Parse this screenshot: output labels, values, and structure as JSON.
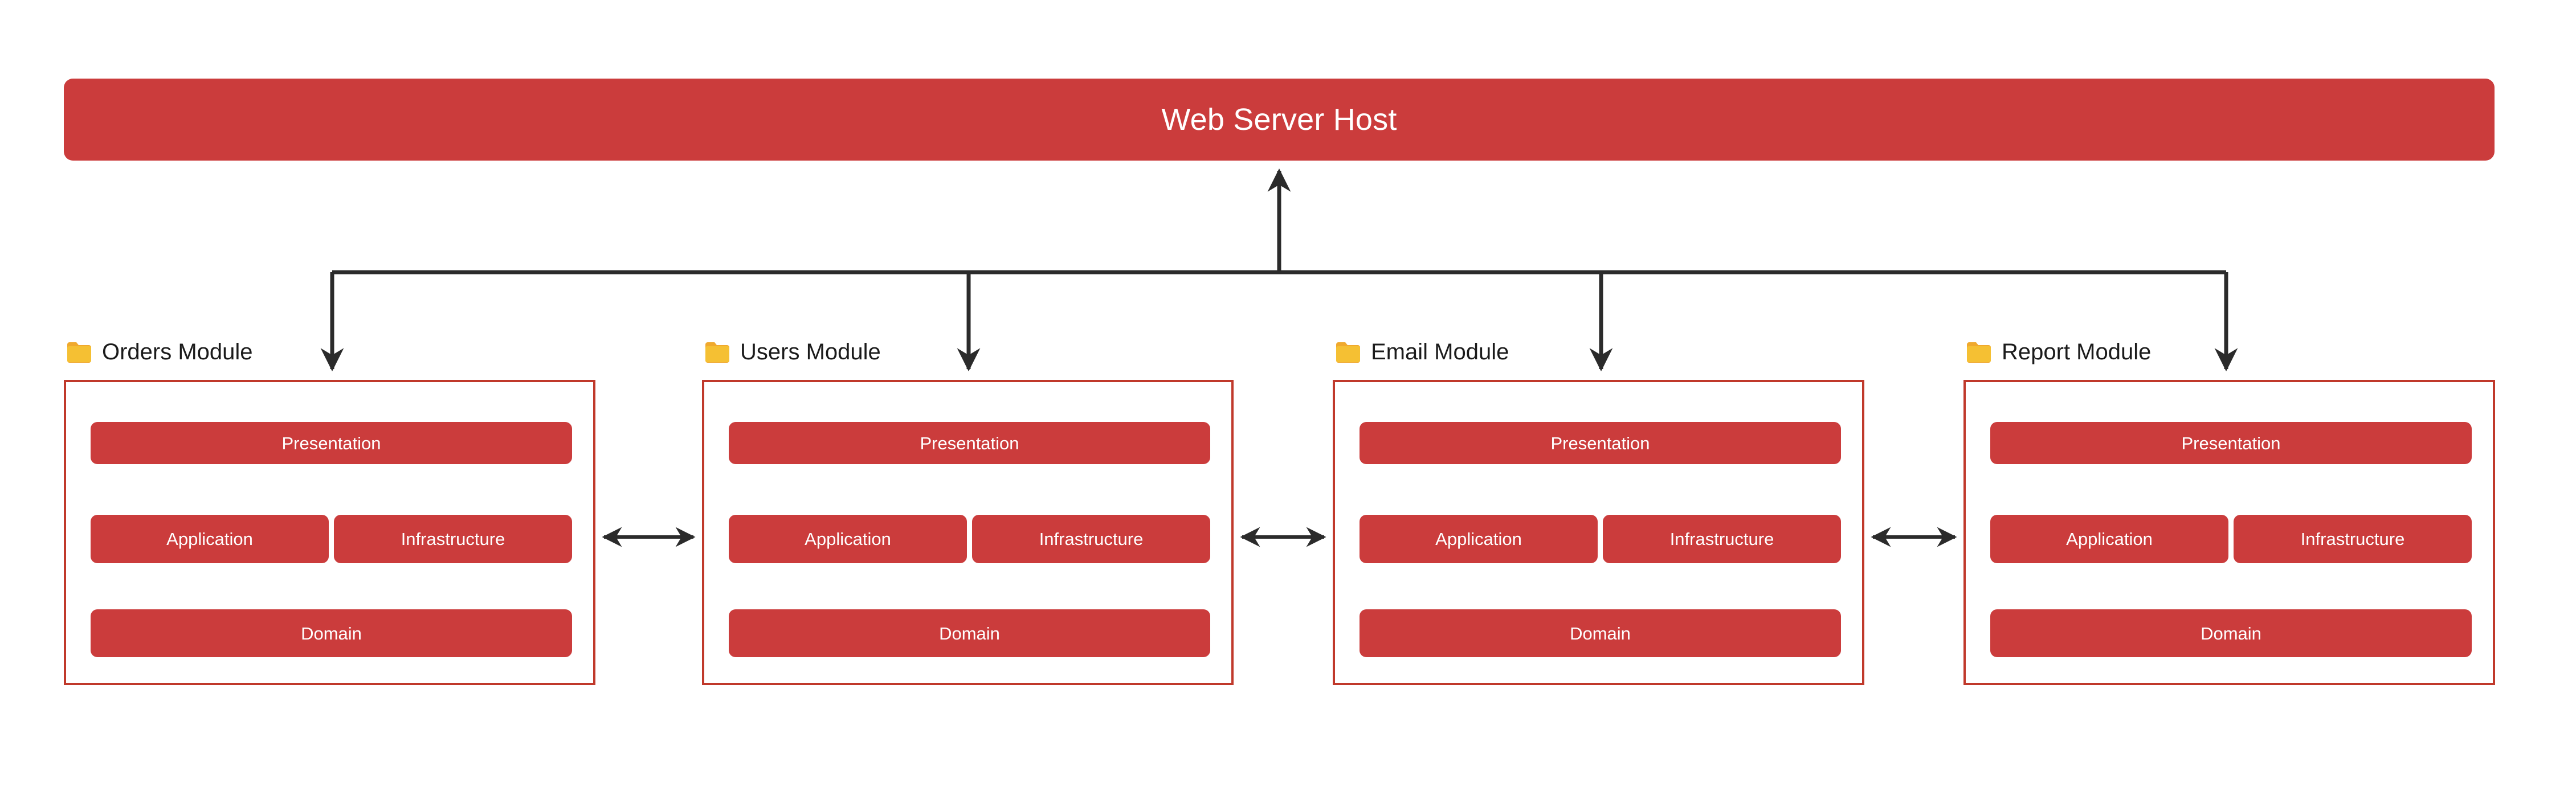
{
  "diagram": {
    "title": "Web Server Host",
    "host": {
      "label": "Web Server Host",
      "color": "#cb3c3c"
    },
    "colors": {
      "box_fill": "#cb3c3c",
      "module_border": "#c0392b",
      "folder_icon": "#f5c033",
      "folder_icon_tab": "#f0a92e",
      "connector": "#2b2b2b",
      "text_on_box": "#ffffff",
      "text_dark": "#1b1b1b",
      "background": "#ffffff"
    },
    "layer_names": {
      "presentation": "Presentation",
      "application": "Application",
      "infrastructure": "Infrastructure",
      "domain": "Domain"
    },
    "modules": [
      {
        "id": "orders",
        "name": "Orders Module",
        "icon": "folder-icon",
        "layers": {
          "presentation": "Presentation",
          "application": "Application",
          "infrastructure": "Infrastructure",
          "domain": "Domain"
        }
      },
      {
        "id": "users",
        "name": "Users Module",
        "icon": "folder-icon",
        "layers": {
          "presentation": "Presentation",
          "application": "Application",
          "infrastructure": "Infrastructure",
          "domain": "Domain"
        }
      },
      {
        "id": "email",
        "name": "Email Module",
        "icon": "folder-icon",
        "layers": {
          "presentation": "Presentation",
          "application": "Application",
          "infrastructure": "Infrastructure",
          "domain": "Domain"
        }
      },
      {
        "id": "report",
        "name": "Report Module",
        "icon": "folder-icon",
        "layers": {
          "presentation": "Presentation",
          "application": "Application",
          "infrastructure": "Infrastructure",
          "domain": "Domain"
        }
      }
    ],
    "edges": {
      "modules_to_host": {
        "style": "orthogonal-bus",
        "direction": "up",
        "arrowheads": "both-ends",
        "description": "All four modules connect to a shared horizontal bus which feeds an upward arrow into Web Server Host"
      },
      "intra_module": [
        {
          "from": "Presentation",
          "to": "Application",
          "direction": "down"
        },
        {
          "from": "Presentation",
          "to": "Infrastructure",
          "direction": "down"
        },
        {
          "from": "Application",
          "to": "Domain",
          "direction": "down"
        },
        {
          "from": "Infrastructure",
          "to": "Domain",
          "direction": "down"
        }
      ],
      "inter_module": [
        {
          "from": "Orders Module",
          "to": "Users Module",
          "direction": "both"
        },
        {
          "from": "Users Module",
          "to": "Email Module",
          "direction": "both"
        },
        {
          "from": "Email Module",
          "to": "Report Module",
          "direction": "both"
        }
      ]
    }
  }
}
